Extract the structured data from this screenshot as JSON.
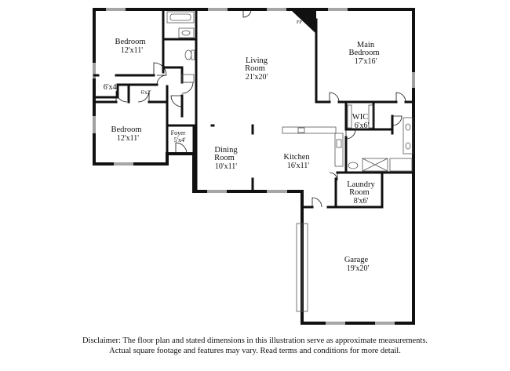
{
  "rooms": {
    "bedroom_nw": {
      "name": "Bedroom",
      "dims": "12'x11'"
    },
    "closet_a": {
      "name": "",
      "dims": "6'x4'"
    },
    "closet_b": {
      "name": "",
      "dims": "6'x2'"
    },
    "bedroom_sw": {
      "name": "Bedroom",
      "dims": "12'x11'"
    },
    "foyer": {
      "name": "Foyer",
      "dims": "5'x4'"
    },
    "living": {
      "name": "Living Room",
      "dims": "21'x20'"
    },
    "dining": {
      "name": "Dining Room",
      "dims": "10'x11'"
    },
    "kitchen": {
      "name": "Kitchen",
      "dims": "16'x11'"
    },
    "main_bedroom": {
      "name": "Main Bedroom",
      "dims": "17'x16'"
    },
    "wic": {
      "name": "WIC",
      "dims": "6'x6'"
    },
    "laundry": {
      "name": "Laundry Room",
      "dims": "8'x6'"
    },
    "garage": {
      "name": "Garage",
      "dims": "19'x20'"
    }
  },
  "fireplace_label": "FP",
  "disclaimer": {
    "line1": "Disclaimer: The floor plan and stated dimensions in this illustration serve as approximate measurements.",
    "line2": "Actual square footage and features may vary. Read terms and conditions for more detail."
  },
  "colors": {
    "wall": "#111111",
    "fixture": "#555555",
    "background": "#ffffff"
  }
}
